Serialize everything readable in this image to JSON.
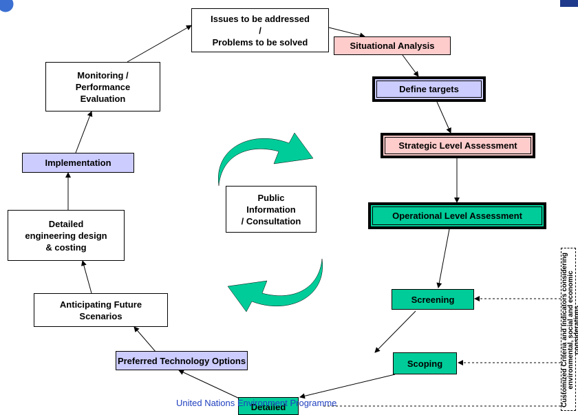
{
  "nodes": {
    "issues": "Issues to be addressed\n/\nProblems to be solved",
    "situational": "Situational Analysis",
    "define_targets": "Define targets",
    "strategic": "Strategic Level Assessment",
    "operational": "Operational Level Assessment",
    "screening": "Screening",
    "scoping": "Scoping",
    "detailed": "Detailed",
    "preferred": "Preferred Technology Options",
    "anticipating": "Anticipating Future\nScenarios",
    "detailed_design": "Detailed\nengineering design\n& costing",
    "implementation": "Implementation",
    "monitoring": "Monitoring /\nPerformance\nEvaluation",
    "public": "Public\nInformation\n/ Consultation"
  },
  "criteria_label": "Customized Criteria and Indicators considering environmental, social and economic considerations",
  "footer": "United Nations Environment Programme",
  "colors": {
    "lavender": "#ccccff",
    "pink": "#ffcccc",
    "teal": "#00cc99",
    "footer_text": "#1f3fbf"
  }
}
